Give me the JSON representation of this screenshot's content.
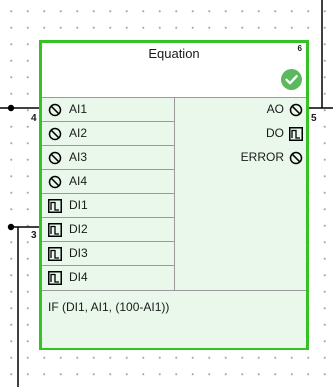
{
  "block": {
    "title": "Equation",
    "number": "6",
    "status": "ok",
    "border_color": "#35c224",
    "body_color": "#e9f8ea",
    "status_color": "#5cb85c"
  },
  "inputs": [
    {
      "label": "AI1",
      "kind": "analog",
      "icon": "analog-port-icon"
    },
    {
      "label": "AI2",
      "kind": "analog",
      "icon": "analog-port-icon"
    },
    {
      "label": "AI3",
      "kind": "analog",
      "icon": "analog-port-icon"
    },
    {
      "label": "AI4",
      "kind": "analog",
      "icon": "analog-port-icon"
    },
    {
      "label": "DI1",
      "kind": "digital",
      "icon": "digital-port-icon"
    },
    {
      "label": "DI2",
      "kind": "digital",
      "icon": "digital-port-icon"
    },
    {
      "label": "DI3",
      "kind": "digital",
      "icon": "digital-port-icon"
    },
    {
      "label": "DI4",
      "kind": "digital",
      "icon": "digital-port-icon"
    }
  ],
  "outputs": [
    {
      "label": "AO",
      "kind": "analog",
      "icon": "analog-port-icon"
    },
    {
      "label": "DO",
      "kind": "digital",
      "icon": "digital-port-icon"
    },
    {
      "label": "ERROR",
      "kind": "analog",
      "icon": "analog-port-icon"
    }
  ],
  "expression": "IF (DI1, AI1, (100-AI1))",
  "connections": {
    "ai1_link": "4",
    "di1_link": "3",
    "ao_link": "5"
  }
}
